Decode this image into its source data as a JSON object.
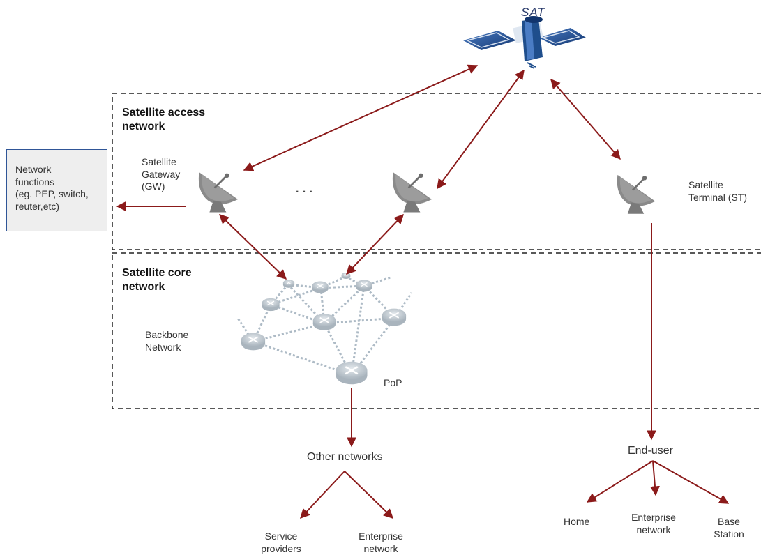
{
  "satellite": {
    "label": "SAT"
  },
  "regions": {
    "access_title": "Satellite access\nnetwork",
    "core_title": "Satellite core\nnetwork"
  },
  "network_functions": {
    "label": "Network\nfunctions\n(eg. PEP, switch,\nreuter,etc)"
  },
  "gateway": {
    "label": "Satellite\nGateway\n(GW)"
  },
  "ellipsis": "·   ·   ·",
  "terminal": {
    "label": "Satellite\nTerminal (ST)"
  },
  "backbone": {
    "label": "Backbone\nNetwork"
  },
  "pop": {
    "label": "PoP"
  },
  "other_networks": {
    "label": "Other networks",
    "children": [
      "Service\nproviders",
      "Enterprise\nnetwork"
    ]
  },
  "end_user": {
    "label": "End-user",
    "children": [
      "Home",
      "Enterprise\nnetwork",
      "Base\nStation"
    ]
  },
  "colors": {
    "arrow": "#8b1a1a",
    "box_border": "#2f5597",
    "box_fill": "#eeeeee",
    "dish": "#7f7f7f",
    "router": "#b9c3cb",
    "satellite_panel": "#1f4e8c"
  },
  "icons": {
    "satellite": "satellite-icon",
    "dish": "satellite-dish-icon",
    "router": "router-icon"
  }
}
